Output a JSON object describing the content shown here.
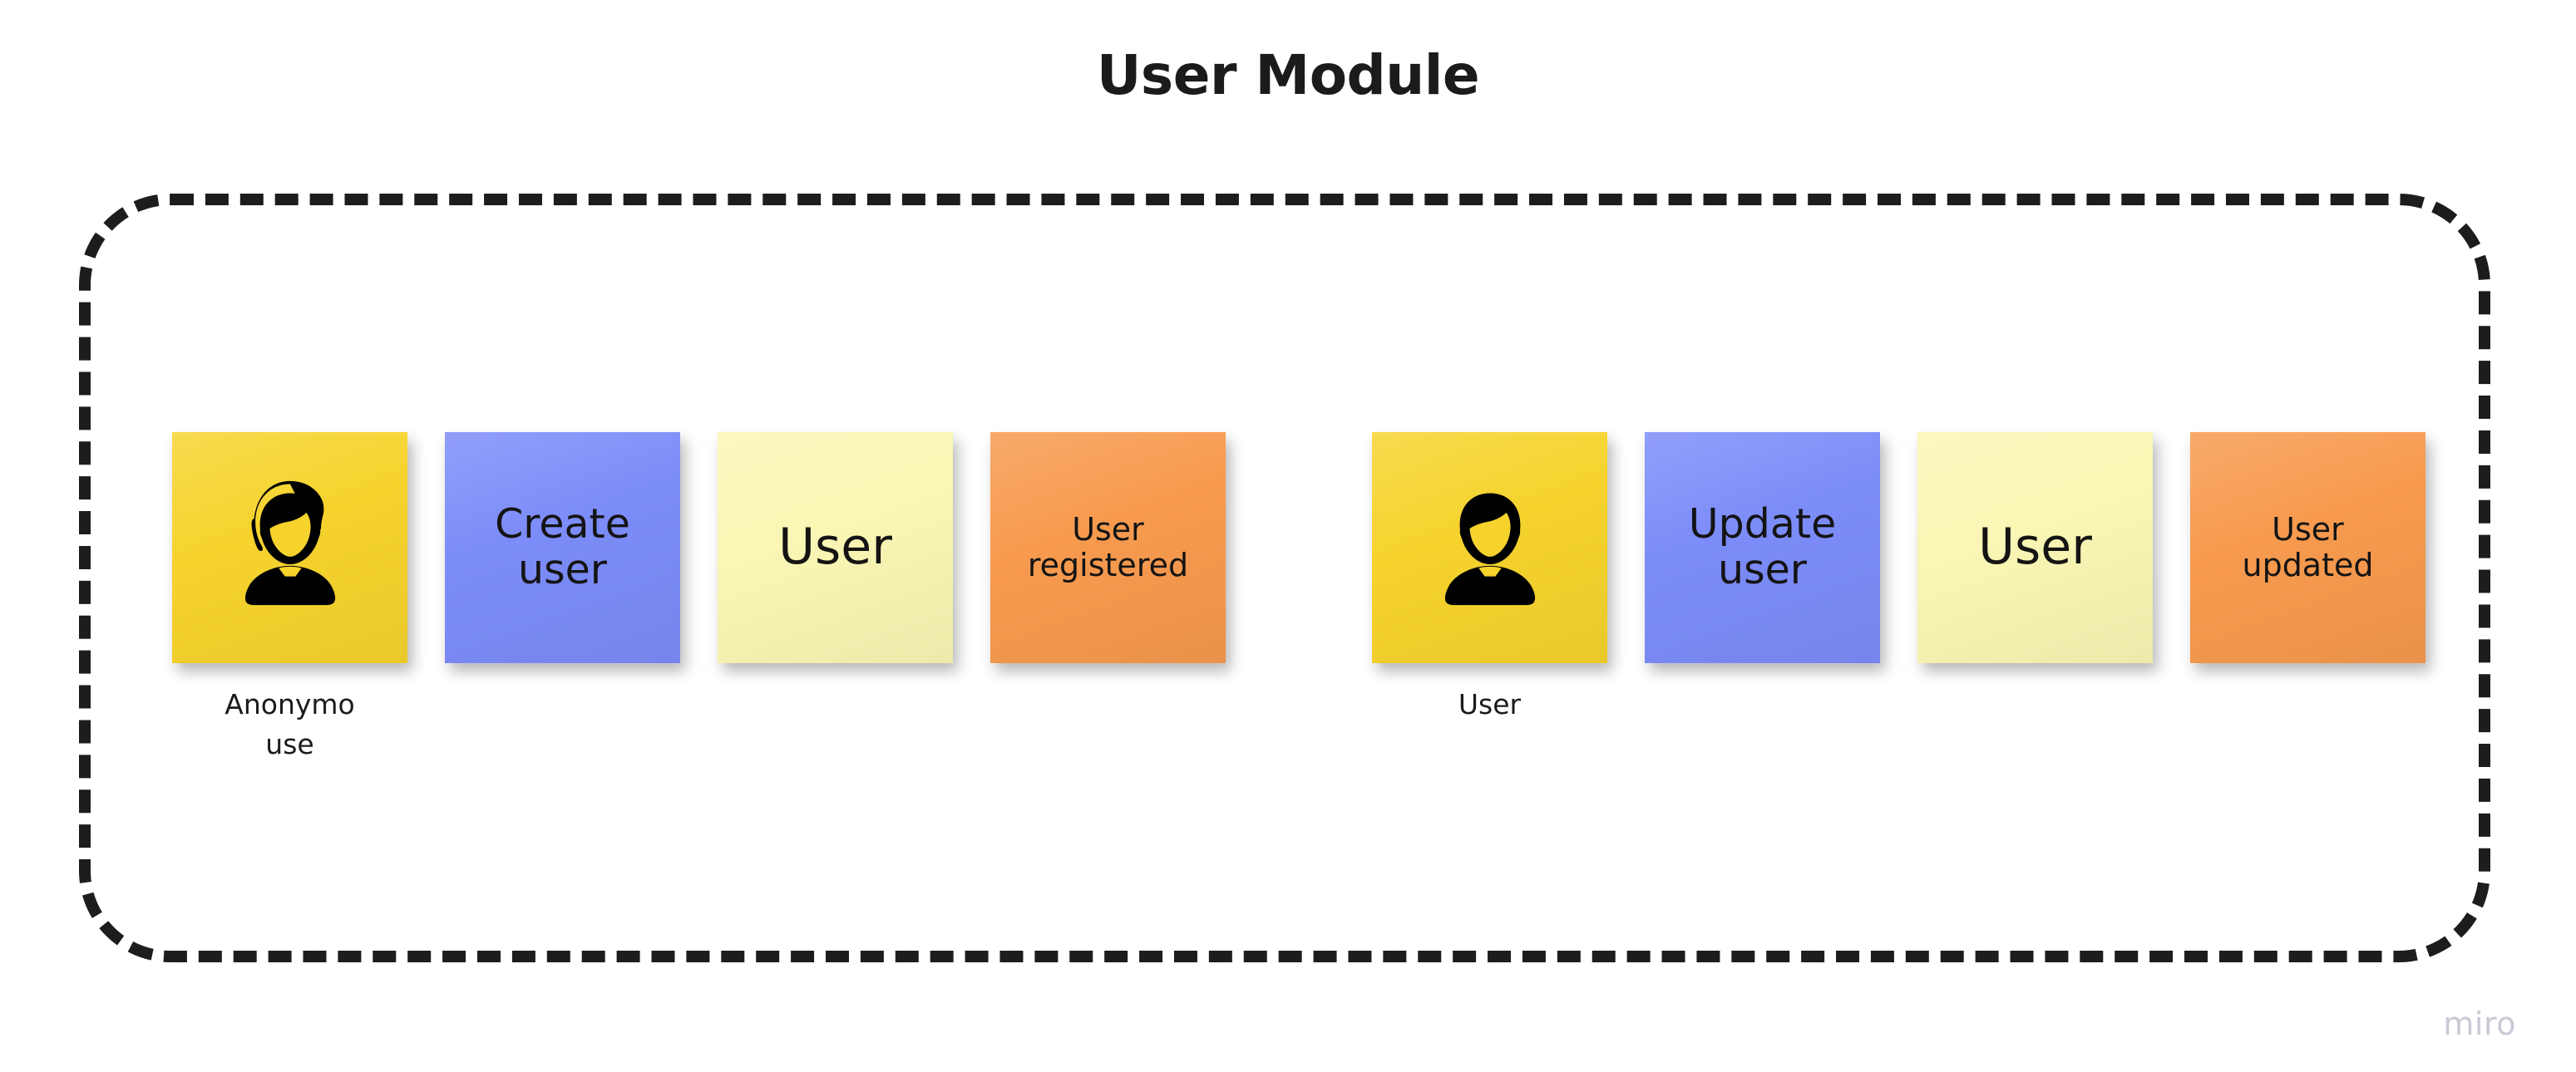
{
  "title": "User Module",
  "watermark": "miro",
  "colors": {
    "actor_yellow": "#F6D32D",
    "command_blue": "#7C8CF8",
    "aggregate_pale_yellow": "#FAF6B4",
    "event_orange": "#F79A4E",
    "boundary_dash": "#1D1D1D",
    "title_text": "#1B1B1B",
    "watermark_text": "#C9C9D6"
  },
  "groups": [
    {
      "id": "registration",
      "actor": {
        "icon": "user-avatar-icon",
        "label": "Anonymo\nuse"
      },
      "notes": [
        {
          "kind": "command",
          "text": "Create\nuser"
        },
        {
          "kind": "aggregate",
          "text": "User"
        },
        {
          "kind": "event",
          "text": "User\nregistered"
        }
      ]
    },
    {
      "id": "update",
      "actor": {
        "icon": "user-avatar-icon",
        "label": "User"
      },
      "notes": [
        {
          "kind": "command",
          "text": "Update\nuser"
        },
        {
          "kind": "aggregate",
          "text": "User"
        },
        {
          "kind": "event",
          "text": "User\nupdated"
        }
      ]
    }
  ]
}
